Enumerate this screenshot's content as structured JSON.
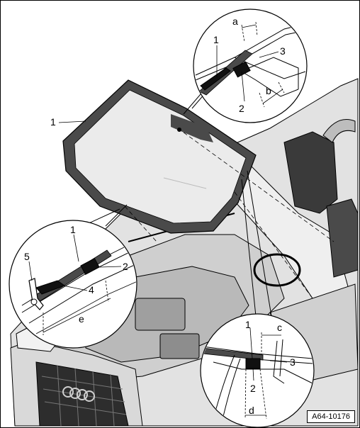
{
  "figure": {
    "id_label": "A64-10176"
  },
  "callouts": {
    "main_windshield": "1",
    "top_detail": {
      "n1": "1",
      "n2": "2",
      "n3": "3",
      "a": "a",
      "b": "b"
    },
    "left_detail": {
      "n1": "1",
      "n2": "2",
      "n4": "4",
      "n5": "5",
      "e": "e"
    },
    "bottom_detail": {
      "n1": "1",
      "n2": "2",
      "n3": "3",
      "c": "c",
      "d": "d"
    }
  },
  "colors": {
    "line": "#000000",
    "glass_frame": "#4a4a4a",
    "glass": "#ebebeb",
    "car_body": "#d7d7d7",
    "car_shadow": "#9a9a9a",
    "detail_bg": "#ffffff"
  }
}
